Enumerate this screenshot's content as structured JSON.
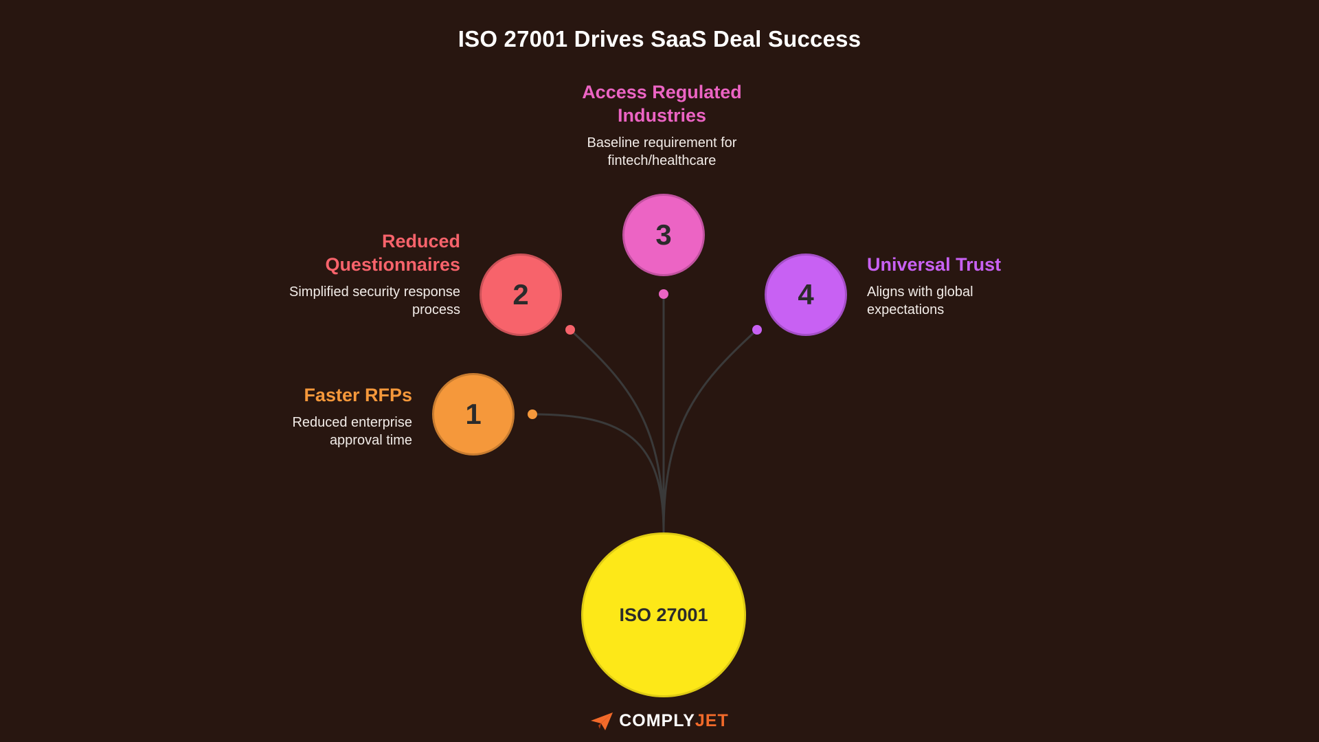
{
  "title": "ISO 27001 Drives SaaS Deal Success",
  "center": {
    "label": "ISO 27001",
    "color": "#fde818"
  },
  "nodes": [
    {
      "number": "1",
      "heading": "Faster RFPs",
      "description": "Reduced enterprise approval time",
      "color": "#f5983b"
    },
    {
      "number": "2",
      "heading": "Reduced Questionnaires",
      "description": "Simplified security response process",
      "color": "#f7636b"
    },
    {
      "number": "3",
      "heading": "Access Regulated Industries",
      "description": "Baseline requirement for fintech/healthcare",
      "color": "#ec64c4"
    },
    {
      "number": "4",
      "heading": "Universal Trust",
      "description": "Aligns with global expectations",
      "color": "#c861f3"
    }
  ],
  "connector_color": "#3a3a3a",
  "logo": {
    "icon": "paper-plane-icon",
    "text_part1": "COMPLY",
    "text_part2": "JET",
    "accent": "#f26a2a"
  }
}
